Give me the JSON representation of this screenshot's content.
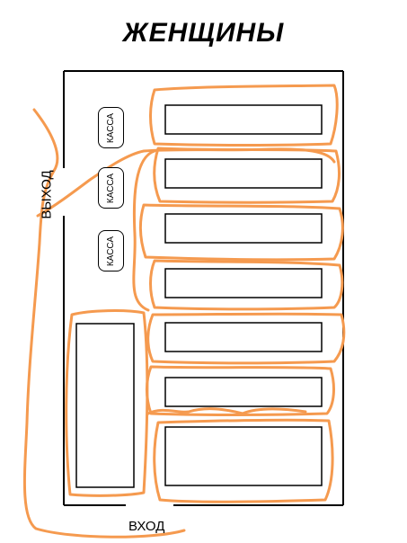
{
  "title": "ЖЕНЩИНЫ",
  "labels": {
    "exit": "ВЫХОД",
    "entrance": "ВХОД",
    "checkout_1": "КАССА",
    "checkout_2": "КАССА",
    "checkout_3": "КАССА"
  },
  "colors": {
    "outline": "#000000",
    "route": "#f59a4f"
  }
}
